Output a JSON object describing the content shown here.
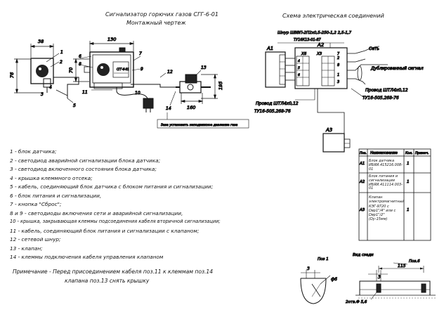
{
  "titles": {
    "left_title": "Сигнализатор горючих газов СГГ-6-01",
    "left_subtitle": "Монтажный чертеж",
    "right_title": "Схема электрическая соединений"
  },
  "mounting": {
    "dims": {
      "d38": "38",
      "d130": "130",
      "d76": "76",
      "d70": "70",
      "d160": "160",
      "d195": "195"
    },
    "device_label": "СГГ-6-01",
    "callouts": [
      "1",
      "2",
      "3",
      "4",
      "5",
      "6",
      "7",
      "8",
      "9",
      "10",
      "11",
      "12",
      "13",
      "14"
    ],
    "bottom_caption": "Заза установить неподвижное давление газа"
  },
  "schematic": {
    "cable_top_1": "Шнур ШВВП-2П2х0,5-250-1,2 2,5-1,7",
    "cable_top_2": "ТУ16К13-01-87",
    "network_label": "Сеть",
    "duplicate_signal": "Дублированный сигнал",
    "wire_right_1": "Провод ШТЛ4х0,12",
    "wire_right_2": "ТУ16-505.268-76",
    "wire_left_1": "Провод ШТЛ4х0,12",
    "wire_left_2": "ТУ16-505.268-76",
    "blocks": {
      "a1": "А1",
      "a2": "А2",
      "a3": "А3"
    },
    "connectors": {
      "x6": "Х6",
      "x3": "Х3"
    },
    "pins": [
      "1",
      "2",
      "3",
      "4",
      "5",
      "6",
      "7",
      "8"
    ]
  },
  "parts_table": {
    "headers": [
      "Поз.",
      "Наименование",
      "Кол.",
      "Примеч."
    ],
    "rows": [
      {
        "pos": "А1",
        "name": "Блок датчика ИБЯИ.415216.008-01",
        "qty": "1",
        "note": ""
      },
      {
        "pos": "А2",
        "name": "Блок питания и сигнализации ИБЯИ.411114.003-01",
        "qty": "1",
        "note": ""
      },
      {
        "pos": "А3",
        "name": "Клапан электромагнитный КЭГ-9720 с Dвр1\"/4\" или с Dвр1\"/2\" (Dу-15мм)",
        "qty": "1",
        "note": ""
      }
    ]
  },
  "legend": [
    "1 - блок датчика;",
    "2 - светодиод аварийной сигнализации блока датчика;",
    "3 - светодиод включенного состояния блока датчика;",
    "4 - крышка клеммного отсека;",
    "5 - кабель, соединяющий блок датчика с блоком питания и сигнализации;",
    "6 - блок питания и сигнализации,",
    "7 - кнопка \"Сброс\";",
    "8 и 9 - светодиоды включения сети и аварийной сигнализации,",
    "10 - крышка, закрывающая клеммы подсоединения кабеля вторичной сигнализации;",
    "11 - кабель, соединяющий блок питания и сигнализации с клапаном;",
    "12 - сетевой шнур;",
    "13 - клапан;",
    "14 - клеммы подключения кабеля управления клапаном"
  ],
  "note": {
    "line1": "Примечание - Перед присоединением кабеля поз.11 к клеммам поз.14",
    "line2": "клапана поз.13 снять крышку"
  },
  "details": {
    "poz1_label": "Поз 1",
    "view_label": "Вид сзади",
    "poz6_label": "Поз.6",
    "d3": "3",
    "d6": "ф6",
    "d3b": "3",
    "d115": "115",
    "holes": "2отв.Ф 5,6"
  }
}
